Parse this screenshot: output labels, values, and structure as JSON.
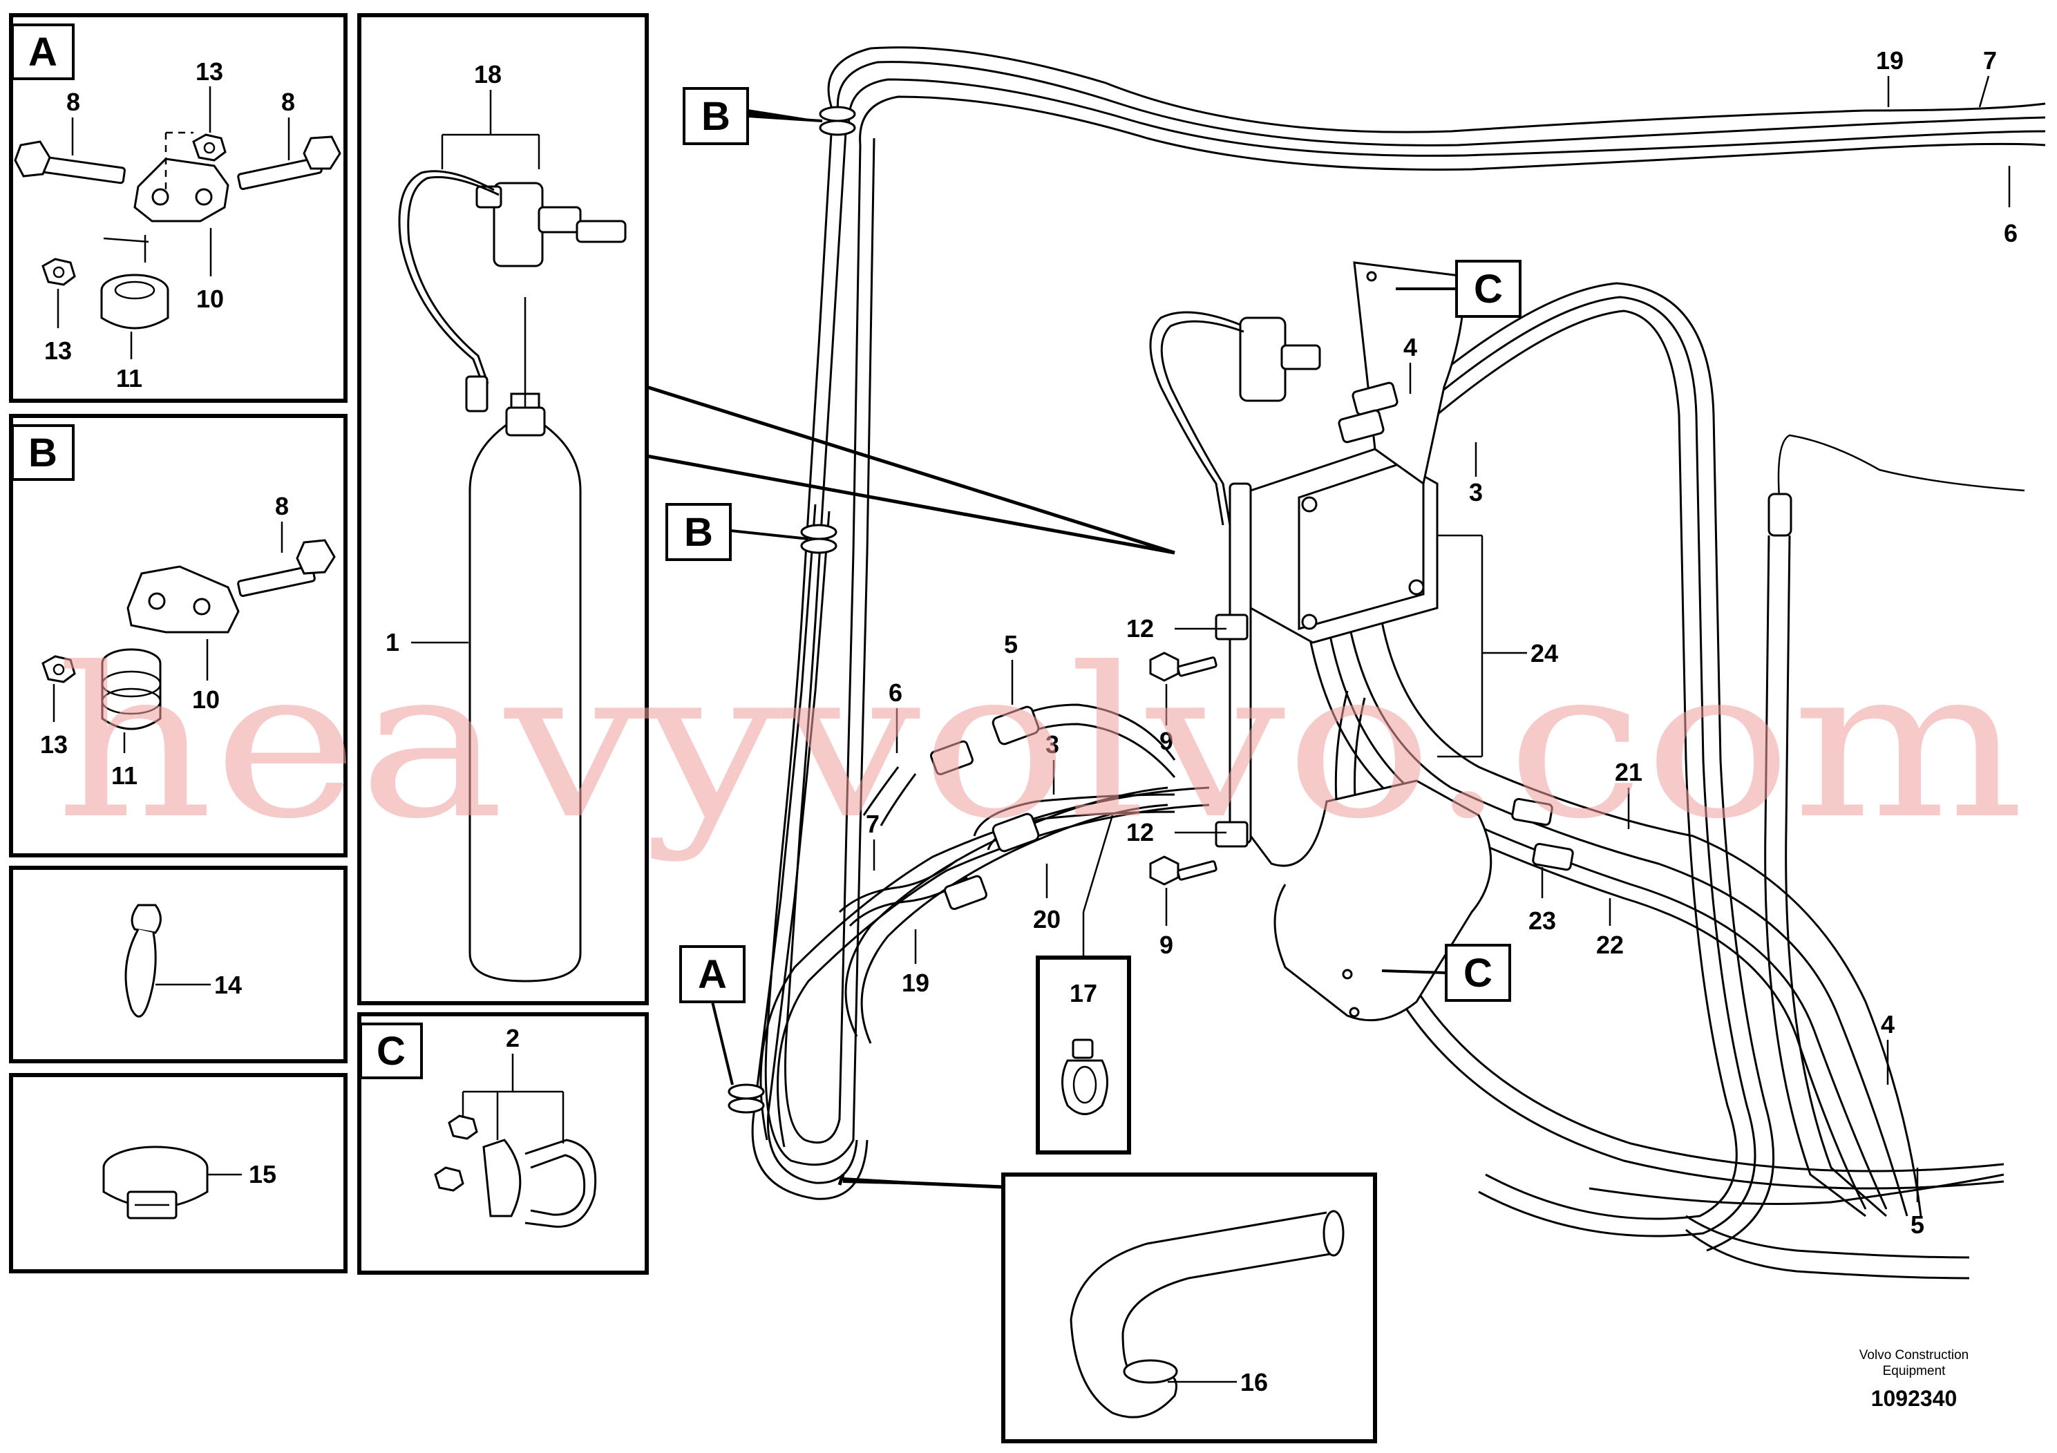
{
  "watermark": "heavyvolvo.com",
  "caption": {
    "line1": "Volvo Construction",
    "line2": "Equipment",
    "number": "1092340"
  },
  "detail_letters": {
    "a": "A",
    "b": "B",
    "c": "C"
  },
  "labels": {
    "n1": "1",
    "n2": "2",
    "n3": "3",
    "n4": "4",
    "n5": "5",
    "n6": "6",
    "n7": "7",
    "n8": "8",
    "n9": "9",
    "n10": "10",
    "n11": "11",
    "n12": "12",
    "n13": "13",
    "n14": "14",
    "n15": "15",
    "n16": "16",
    "n17": "17",
    "n18": "18",
    "n19": "19",
    "n20": "20",
    "n21": "21",
    "n22": "22",
    "n23": "23",
    "n24": "24"
  }
}
